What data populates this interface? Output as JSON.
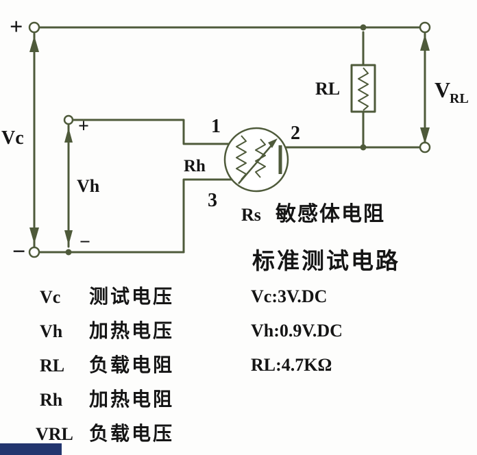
{
  "diagram": {
    "plus_top": "+",
    "minus_bottom": "−",
    "vc_label": "Vc",
    "inner_plus": "+",
    "inner_minus": "−",
    "vh_label": "Vh",
    "pin1": "1",
    "pin2": "2",
    "pin3": "3",
    "rh_label": "Rh",
    "rs_label": "Rs",
    "rl_label": "RL",
    "vrl_v": "V",
    "vrl_sub": "RL",
    "sensor_caption": "敏感体电阻",
    "circuit_title": "标准测试电路"
  },
  "specs": {
    "vc": "Vc:3V.DC",
    "vh": "Vh:0.9V.DC",
    "rl": "RL:4.7KΩ"
  },
  "legend": {
    "rows": [
      {
        "symbol": "Vc",
        "label": "测试电压"
      },
      {
        "symbol": "Vh",
        "label": "加热电压"
      },
      {
        "symbol": "RL",
        "label": "负载电阻"
      },
      {
        "symbol": "Rh",
        "label": "加热电阻"
      },
      {
        "symbol": "VRL",
        "label": "负载电压"
      }
    ]
  },
  "colors": {
    "wire": "#4e5a3a",
    "text": "#151515",
    "accent_bar": "#22356e"
  }
}
